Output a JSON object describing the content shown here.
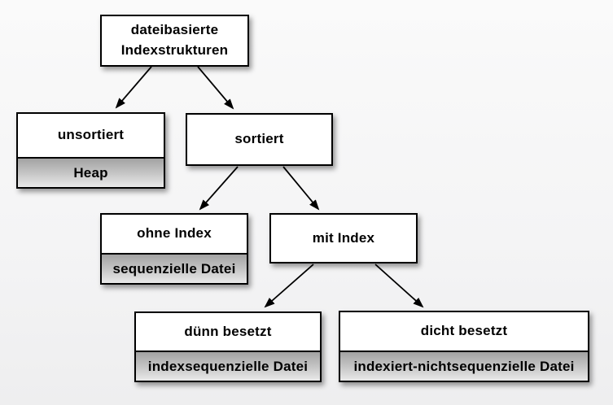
{
  "diagram": {
    "type": "tree",
    "topic": "dateibasierte Indexstrukturen",
    "colors": {
      "box_fill": "#ffffff",
      "box_border": "#000000",
      "impl_gradient_top": "#a2a2a2",
      "impl_gradient_bottom": "#e9e9e9",
      "arrow": "#000000",
      "background": "#f5f5f6"
    },
    "nodes": {
      "root": {
        "label": "dateibasierte\nIndexstrukturen"
      },
      "unsorted": {
        "label": "unsortiert",
        "impl": "Heap"
      },
      "sorted": {
        "label": "sortiert"
      },
      "no_index": {
        "label": "ohne Index",
        "impl": "sequenzielle Datei"
      },
      "with_index": {
        "label": "mit Index"
      },
      "sparse": {
        "label": "dünn besetzt",
        "impl": "indexsequenzielle Datei"
      },
      "dense": {
        "label": "dicht besetzt",
        "impl": "indexiert-nichtsequenzielle Datei"
      }
    },
    "edges": [
      {
        "from": "root",
        "to": "unsorted"
      },
      {
        "from": "root",
        "to": "sorted"
      },
      {
        "from": "sorted",
        "to": "no_index"
      },
      {
        "from": "sorted",
        "to": "with_index"
      },
      {
        "from": "with_index",
        "to": "sparse"
      },
      {
        "from": "with_index",
        "to": "dense"
      }
    ]
  }
}
